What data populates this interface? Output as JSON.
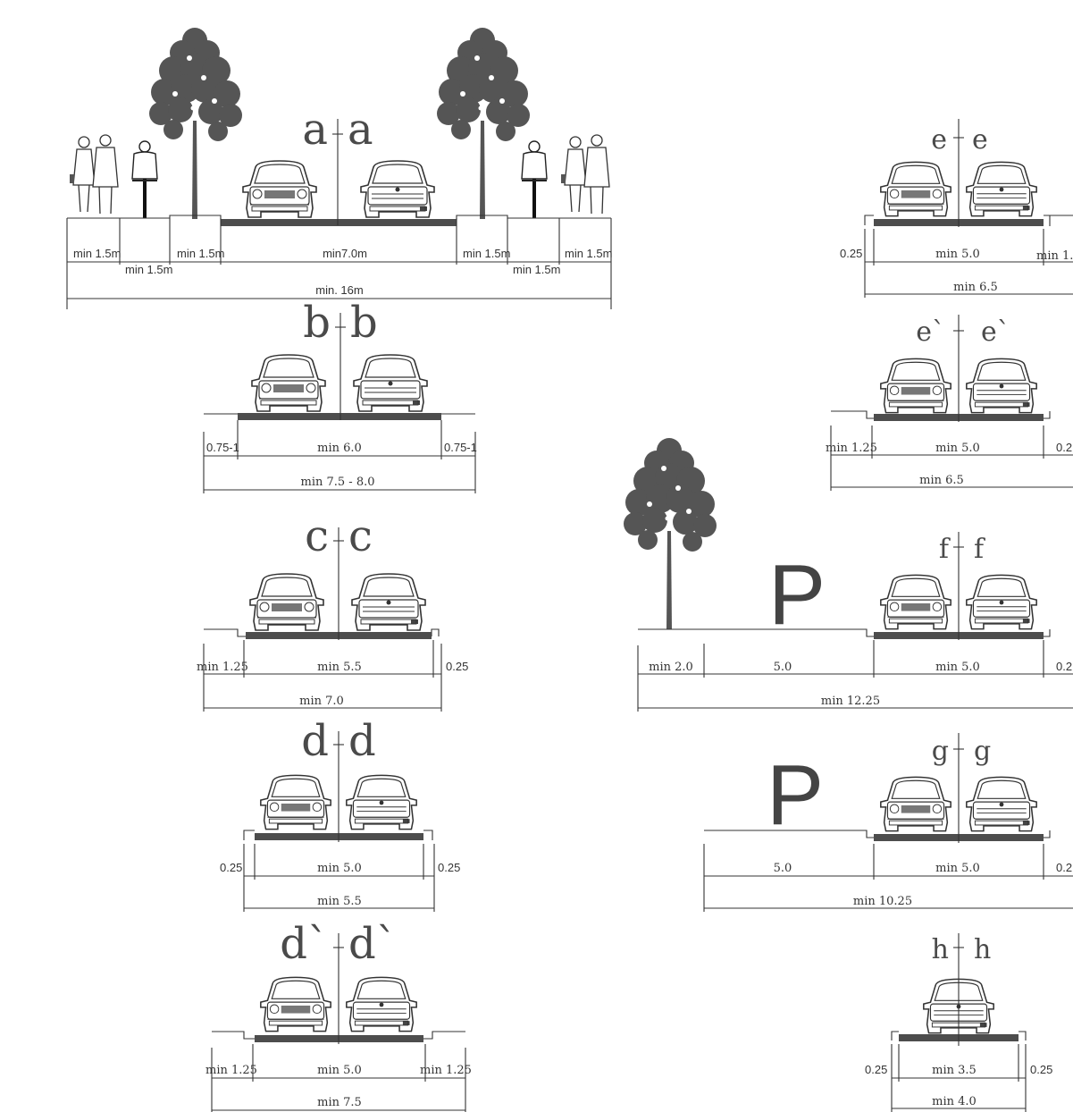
{
  "sections": [
    {
      "id": "a",
      "left": "a",
      "right": "a",
      "dims": [
        "min 1.5m",
        "min 1.5m",
        "min 1.5m",
        "min7.0m",
        "min 1.5m",
        "min 1.5m",
        "min 1.5m"
      ],
      "total": "min. 16m"
    },
    {
      "id": "b",
      "left": "b",
      "right": "b",
      "dims": [
        "0.75-1",
        "min 6.0",
        "0.75-1"
      ],
      "total": "min 7.5 - 8.0"
    },
    {
      "id": "c",
      "left": "c",
      "right": "c",
      "dims": [
        "min 1.25",
        "min 5.5",
        "0.25"
      ],
      "total": "min 7.0"
    },
    {
      "id": "d",
      "left": "d",
      "right": "d",
      "dims": [
        "0.25",
        "min 5.0",
        "0.25"
      ],
      "total": "min 5.5"
    },
    {
      "id": "d2",
      "left": "d`",
      "right": "d`",
      "dims": [
        "min 1.25",
        "min 5.0",
        "min 1.25"
      ],
      "total": "min 7.5"
    },
    {
      "id": "e",
      "left": "e",
      "right": "e",
      "dims": [
        "0.25",
        "min 5.0",
        "min 1."
      ],
      "total": "min 6.5"
    },
    {
      "id": "e2",
      "left": "e`",
      "right": "e`",
      "dims": [
        "min 1.25",
        "min 5.0",
        "0.2"
      ],
      "total": "min 6.5"
    },
    {
      "id": "f",
      "left": "f",
      "right": "f",
      "dims": [
        "min 2.0",
        "5.0",
        "min 5.0",
        "0.2"
      ],
      "total": "min 12.25",
      "parking": "P"
    },
    {
      "id": "g",
      "left": "g",
      "right": "g",
      "dims": [
        "5.0",
        "min 5.0",
        "0.2"
      ],
      "total": "min 10.25",
      "parking": "P"
    },
    {
      "id": "h",
      "left": "h",
      "right": "h",
      "dims": [
        "0.25",
        "min 3.5",
        "0.25"
      ],
      "total": "min 4.0"
    }
  ],
  "colors": {
    "road": "#4d4d4d",
    "tree": "#555555",
    "line": "#333333"
  },
  "icons": [
    "tree-icon",
    "car-front-icon",
    "car-rear-icon",
    "pedestrian-icon",
    "cyclist-icon"
  ]
}
